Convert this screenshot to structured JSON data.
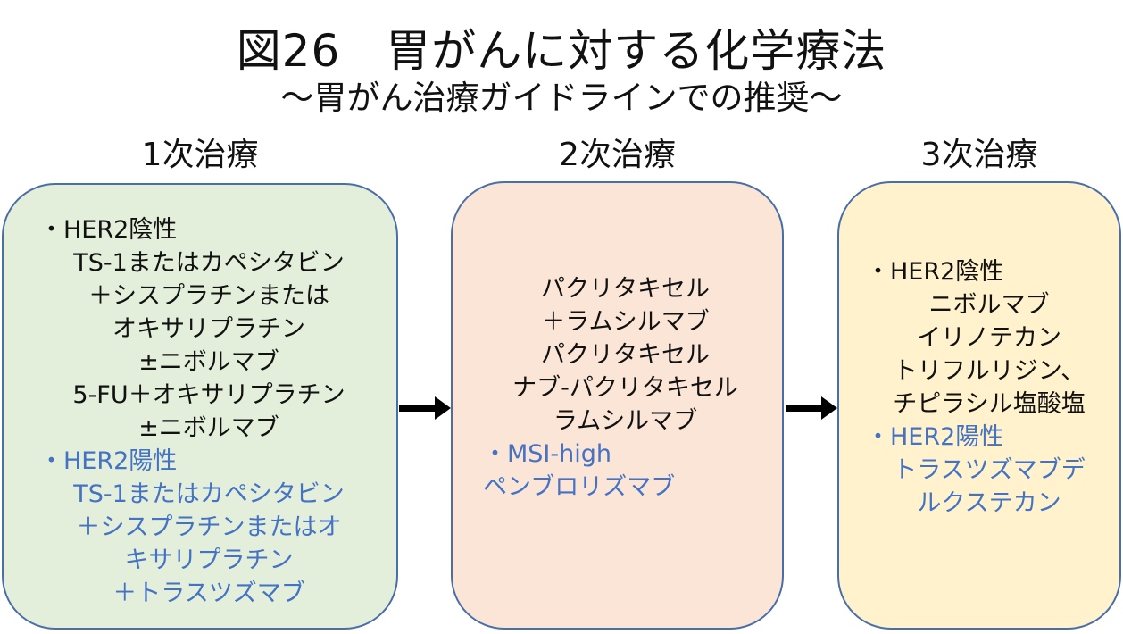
{
  "title": "図26　胃がんに対する化学療法",
  "subtitle": "～胃がん治療ガイドラインでの推奨～",
  "colors": {
    "box1_bg": "#e3efdb",
    "box2_bg": "#fbe5d7",
    "box3_bg": "#fff2cc",
    "border": "#4a6ea8",
    "accent_blue": "#4472c4"
  },
  "stages": [
    {
      "heading": "1次治療",
      "lines": [
        {
          "text": "・HER2陰性",
          "color": "black",
          "align": "left"
        },
        {
          "text": "TS-1またはカペシタビン",
          "color": "black",
          "align": "center"
        },
        {
          "text": "＋シスプラチンまたは",
          "color": "black",
          "align": "center"
        },
        {
          "text": "オキサリプラチン",
          "color": "black",
          "align": "center"
        },
        {
          "text": "±ニボルマブ",
          "color": "black",
          "align": "center"
        },
        {
          "text": "5-FU＋オキサリプラチン",
          "color": "black",
          "align": "center"
        },
        {
          "text": "±ニボルマブ",
          "color": "black",
          "align": "center"
        },
        {
          "text": "・HER2陽性",
          "color": "blue",
          "align": "left"
        },
        {
          "text": "TS-1またはカペシタビン",
          "color": "blue",
          "align": "center"
        },
        {
          "text": "＋シスプラチンまたはオ",
          "color": "blue",
          "align": "center"
        },
        {
          "text": "キサリプラチン",
          "color": "blue",
          "align": "center"
        },
        {
          "text": "＋トラスツズマブ",
          "color": "blue",
          "align": "center"
        }
      ]
    },
    {
      "heading": "2次治療",
      "lines": [
        {
          "text": "パクリタキセル",
          "color": "black",
          "align": "center"
        },
        {
          "text": "＋ラムシルマブ",
          "color": "black",
          "align": "center"
        },
        {
          "text": "パクリタキセル",
          "color": "black",
          "align": "center"
        },
        {
          "text": "ナブ-パクリタキセル",
          "color": "black",
          "align": "center"
        },
        {
          "text": "ラムシルマブ",
          "color": "black",
          "align": "center"
        },
        {
          "text": "・MSI-high",
          "color": "blue",
          "align": "left"
        },
        {
          "text": "ペンブロリズマブ",
          "color": "blue",
          "align": "left"
        }
      ]
    },
    {
      "heading": "3次治療",
      "lines": [
        {
          "text": "・HER2陰性",
          "color": "black",
          "align": "left"
        },
        {
          "text": "ニボルマブ",
          "color": "black",
          "align": "center"
        },
        {
          "text": "イリノテカン",
          "color": "black",
          "align": "center"
        },
        {
          "text": "トリフルリジン、",
          "color": "black",
          "align": "center"
        },
        {
          "text": "チピラシル塩酸塩",
          "color": "black",
          "align": "center"
        },
        {
          "text": "・HER2陽性",
          "color": "blue",
          "align": "left"
        },
        {
          "text": "トラスツズマブデ",
          "color": "blue",
          "align": "center"
        },
        {
          "text": "ルクステカン",
          "color": "blue",
          "align": "center"
        }
      ]
    }
  ]
}
